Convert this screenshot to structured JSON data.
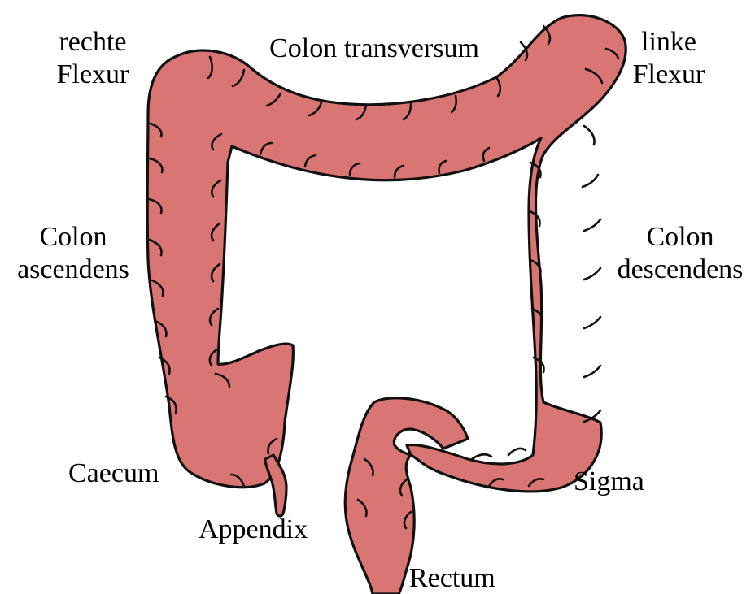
{
  "colors": {
    "tissue": "#d97674",
    "outline": "#111111",
    "background": "#ffffff"
  },
  "labels": {
    "right_flexure": [
      "rechte",
      "Flexur"
    ],
    "transverse_colon": "Colon transversum",
    "left_flexure": [
      "linke",
      "Flexur"
    ],
    "ascending_colon": [
      "Colon",
      "ascendens"
    ],
    "descending_colon": [
      "Colon",
      "descendens"
    ],
    "caecum": "Caecum",
    "appendix": "Appendix",
    "sigmoid": "Sigma",
    "rectum": "Rectum"
  }
}
